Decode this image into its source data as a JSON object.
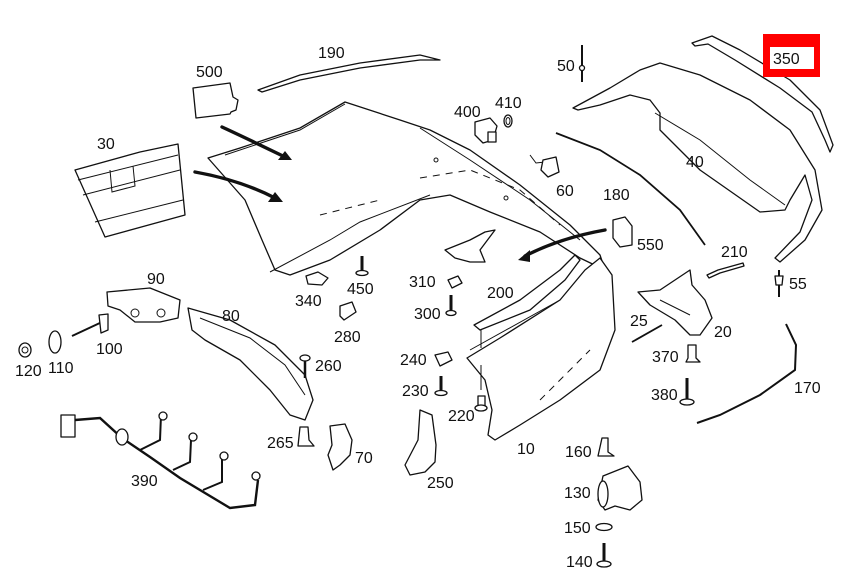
{
  "diagram": {
    "type": "exploded parts diagram",
    "subject": "rear bumper assembly",
    "highlight_color": "#ff0000",
    "highlighted_part": "350",
    "labels": {
      "p10": "10",
      "p20": "20",
      "p25": "25",
      "p30": "30",
      "p40": "40",
      "p50": "50",
      "p55": "55",
      "p60": "60",
      "p70": "70",
      "p80": "80",
      "p90": "90",
      "p100": "100",
      "p110": "110",
      "p120": "120",
      "p130": "130",
      "p140": "140",
      "p150": "150",
      "p160": "160",
      "p170": "170",
      "p180": "180",
      "p190": "190",
      "p200": "200",
      "p210": "210",
      "p220": "220",
      "p230": "230",
      "p240": "240",
      "p250": "250",
      "p260": "260",
      "p265": "265",
      "p280": "280",
      "p300": "300",
      "p310": "310",
      "p340": "340",
      "p350": "350",
      "p370": "370",
      "p380": "380",
      "p390": "390",
      "p400": "400",
      "p410": "410",
      "p450": "450",
      "p500": "500",
      "p550": "550"
    }
  }
}
